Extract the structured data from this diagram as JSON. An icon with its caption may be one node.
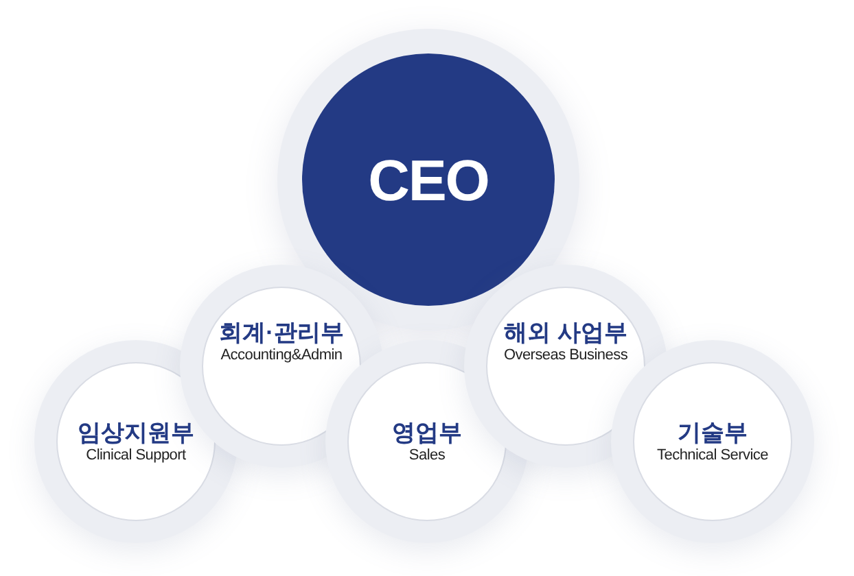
{
  "diagram": {
    "nodes": [
      {
        "text": [
          "CEO"
        ]
      },
      {
        "text": [
          "임상지원부",
          "Clinical Support"
        ]
      },
      {
        "text": [
          "회계·관리부",
          "Accounting&Admin"
        ]
      },
      {
        "text": [
          "영업부",
          "Sales"
        ]
      },
      {
        "text": [
          "해외 사업부",
          "Overseas Business"
        ]
      },
      {
        "text": [
          "기술부",
          "Technical Service"
        ]
      }
    ]
  }
}
